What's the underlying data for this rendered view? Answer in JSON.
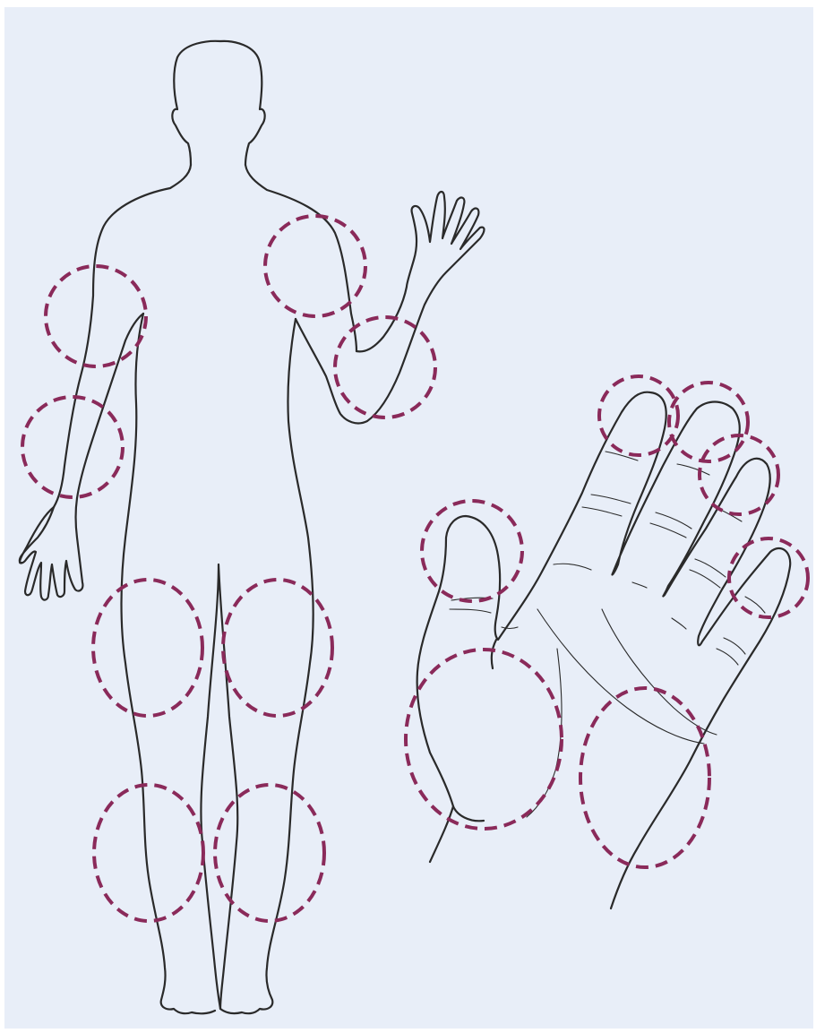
{
  "colors": {
    "page": "#ffffff",
    "panel": "#e8eef8",
    "outline": "#2a2a2a",
    "marker": "#8a2a5a"
  },
  "figures": {
    "body_view": "back",
    "hand_view": "palm"
  },
  "markers": [
    {
      "id": "left-upper-arm",
      "figure": "body"
    },
    {
      "id": "left-forearm",
      "figure": "body"
    },
    {
      "id": "right-shoulder",
      "figure": "body"
    },
    {
      "id": "right-elbow",
      "figure": "body"
    },
    {
      "id": "left-thigh",
      "figure": "body"
    },
    {
      "id": "right-thigh",
      "figure": "body"
    },
    {
      "id": "left-calf",
      "figure": "body"
    },
    {
      "id": "right-calf",
      "figure": "body"
    },
    {
      "id": "thumb-tip",
      "figure": "hand"
    },
    {
      "id": "index-fingertip",
      "figure": "hand"
    },
    {
      "id": "middle-fingertip",
      "figure": "hand"
    },
    {
      "id": "ring-fingertip",
      "figure": "hand"
    },
    {
      "id": "little-fingertip",
      "figure": "hand"
    },
    {
      "id": "thenar-eminence",
      "figure": "hand"
    },
    {
      "id": "hypothenar-eminence",
      "figure": "hand"
    }
  ]
}
